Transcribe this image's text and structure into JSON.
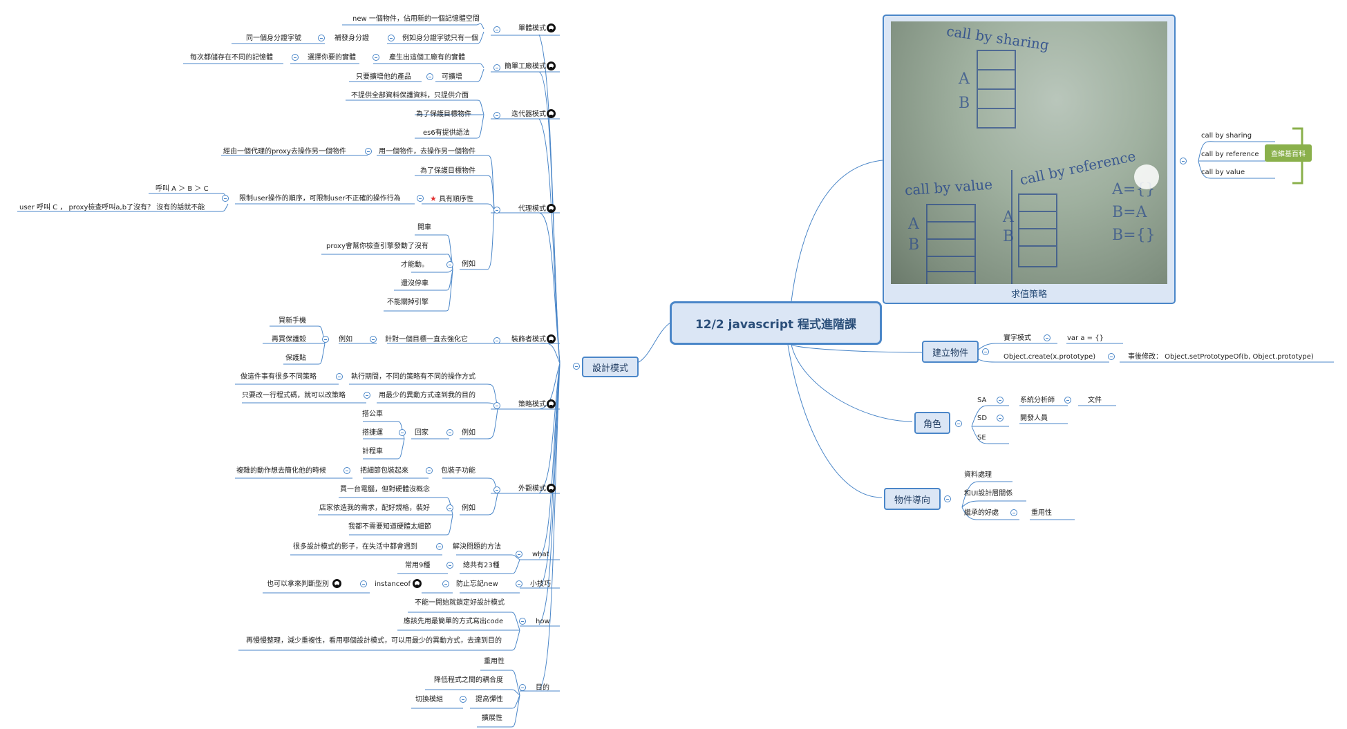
{
  "central": "12/2 javascript 程式進階課",
  "design": {
    "label": "設計模式",
    "singleton": {
      "label": "單體模式",
      "c1": "new 一個物件，佔用新的一個記憶體空間",
      "c2": "例如身分證字號只有一個",
      "c2a": "補發身分證",
      "c2b": "同一個身分證字號"
    },
    "factory": {
      "label": "簡單工廠模式",
      "c1": "產生出這個工廠有的實體",
      "c1a": "選擇你要的實體",
      "c1b": "每次都儲存在不同的記憶體",
      "c2": "可擴增",
      "c2a": "只要擴增他的產品"
    },
    "iterator": {
      "label": "迭代器模式",
      "c1": "不提供全部資料保護資料，只提供介面",
      "c2": "為了保護目標物件",
      "c3": "es6有提供語法"
    },
    "proxy": {
      "label": "代理模式",
      "c1": "用一個物件，去操作另一個物件",
      "c1a": "經由一個代理的proxy去操作另一個物件",
      "c2": "為了保護目標物件",
      "c3": "具有順序性",
      "c3a": "限制user操作的順序，可限制user不正確的操作行為",
      "c3b": "呼叫 A ＞ B ＞ C",
      "c3c": "user 呼叫 C ， proxy檢查呼叫a,b了沒有？ 沒有的話就不能",
      "ex": "例如",
      "ex1": "開車",
      "ex2": "proxy會幫你檢查引擎發動了沒有",
      "ex3": "才能動。",
      "ex4": "還沒停車",
      "ex5": "不能關掉引擎"
    },
    "decorator": {
      "label": "裝飾者模式",
      "c1": "針對一個目標一直去強化它",
      "ex": "例如",
      "ex1": "買新手機",
      "ex2": "再買保護殼",
      "ex3": "保護貼"
    },
    "strategy": {
      "label": "策略模式",
      "c1": "執行期間，不同的策略有不同的操作方式",
      "c1a": "做這件事有很多不同策略",
      "c2": "用最少的異動方式達到我的目的",
      "c2a": "只要改一行程式碼，就可以改策略",
      "ex": "例如",
      "home": "回家",
      "h1": "搭公車",
      "h2": "搭捷運",
      "h3": "計程車"
    },
    "facade": {
      "label": "外觀模式",
      "c1": "包裝子功能",
      "c1a": "把細節包裝起來",
      "c1b": "複雜的動作想去簡化他的時候",
      "ex": "例如",
      "ex1": "買一台電腦，但對硬體沒概念",
      "ex2": "店家依造我的需求，配好規格，裝好",
      "ex3": "我都不需要知道硬體太細節"
    },
    "what": {
      "label": "what",
      "c1": "解決問題的方法",
      "c1a": "很多設計模式的影子，在失活中都會遇到",
      "c2": "總共有23種",
      "c2a": "常用9種"
    },
    "tips": {
      "label": "小技巧",
      "c1": "防止忘記new",
      "c1a": "instanceof",
      "c1b": "也可以拿來判斷型別"
    },
    "how": {
      "label": "how",
      "c1": "不能一開始就鎖定好設計模式",
      "c2": "應該先用最簡單的方式寫出code",
      "c3": "再慢慢整理，減少重複性，看用哪個設計模式，可以用最少的異動方式，去達到目的"
    },
    "goal": {
      "label": "目的",
      "c1": "重用性",
      "c2": "降低程式之間的耦合度",
      "c3": "提高彈性",
      "c3a": "切換模組",
      "c4": "擴展性"
    }
  },
  "evaluation": {
    "caption": "求值策略",
    "items": [
      "call by sharing",
      "call by reference",
      "call by value"
    ],
    "wiki": "查維基百科",
    "photo_text": {
      "t1": "call by sharing",
      "t2": "call by value",
      "t3": "call by reference"
    }
  },
  "create": {
    "label": "建立物件",
    "c1": "實字模式",
    "c1a": "var a = {}",
    "c2": "Object.create(x.prototype)",
    "c2a": "事後修改： Object.setPrototypeOf(b, Object.prototype)"
  },
  "roles": {
    "label": "角色",
    "sa": "SA",
    "sa1": "系統分析師",
    "sa2": "文件",
    "sd": "SD",
    "sd1": "開發人員",
    "se": "SE"
  },
  "oop": {
    "label": "物件導向",
    "c1": "資料處理",
    "c2": "和UI設計層關係",
    "c3": "繼承的好處",
    "c3a": "重用性"
  }
}
